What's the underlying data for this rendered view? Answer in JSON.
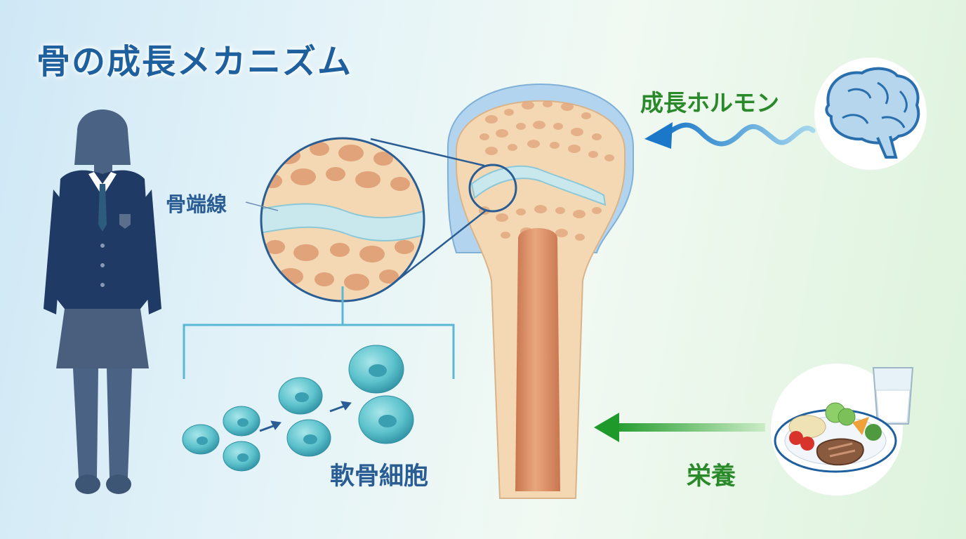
{
  "title": "骨の成長メカニズム",
  "labels": {
    "growth_plate": "骨端線",
    "chondrocytes": "軟骨細胞",
    "growth_hormone": "成長ホルモン",
    "nutrition": "栄養"
  },
  "colors": {
    "title": "#1e5f9e",
    "label_blue": "#2a5d93",
    "label_green": "#2a8a2a",
    "bone_outer": "#f4d8b4",
    "marrow": "#d9906a",
    "cartilage_cap": "#b3d4ee",
    "growth_plate": "#c8e8ee",
    "cell": "#5cc2cc"
  },
  "icons": [
    "student-silhouette",
    "brain-icon",
    "meal-icon",
    "milk-glass-icon"
  ]
}
